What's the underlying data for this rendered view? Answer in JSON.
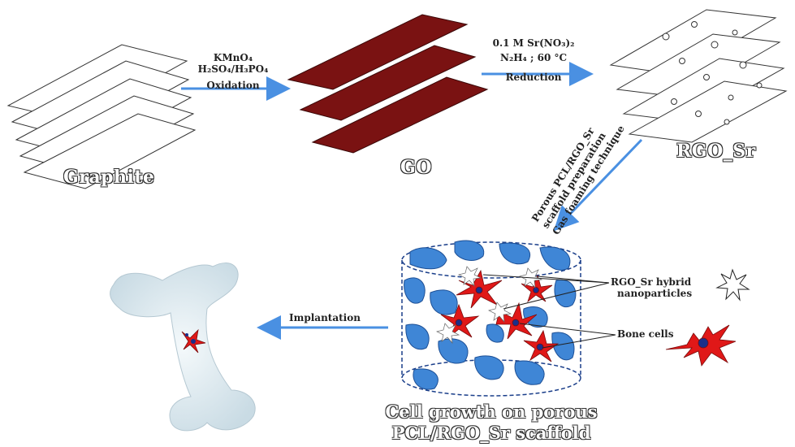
{
  "labels": {
    "graphite": "Graphite",
    "go": "GO",
    "rgo_sr": "RGO_Sr"
  },
  "step1": {
    "line1": "KMnO₄",
    "line2": "H₂SO₄/H₃PO₄",
    "line3": "Oxidation"
  },
  "step2": {
    "line1": "0.1 M Sr(NO₃)₂",
    "line2": "N₂H₄ ; 60 °C",
    "line3": "Reduction"
  },
  "step3": {
    "line1": "Porous PCL/RGO_Sr",
    "line2": "scaffold preparation",
    "line3": "Gas foaming technique"
  },
  "step4": {
    "label": "Implantation"
  },
  "legend": {
    "hybrid_line1": "RGO_Sr hybrid",
    "hybrid_line2": "nanoparticles",
    "cells": "Bone cells"
  },
  "caption": {
    "line1": "Cell growth on porous",
    "line2": "PCL/RGO_Sr scaffold"
  },
  "colors": {
    "go_sheet": "#7a1212",
    "arrow": "#4a90e2",
    "scaffold": "#3f86d6",
    "cell": "#e01818",
    "bone": "#e6f1f6"
  }
}
